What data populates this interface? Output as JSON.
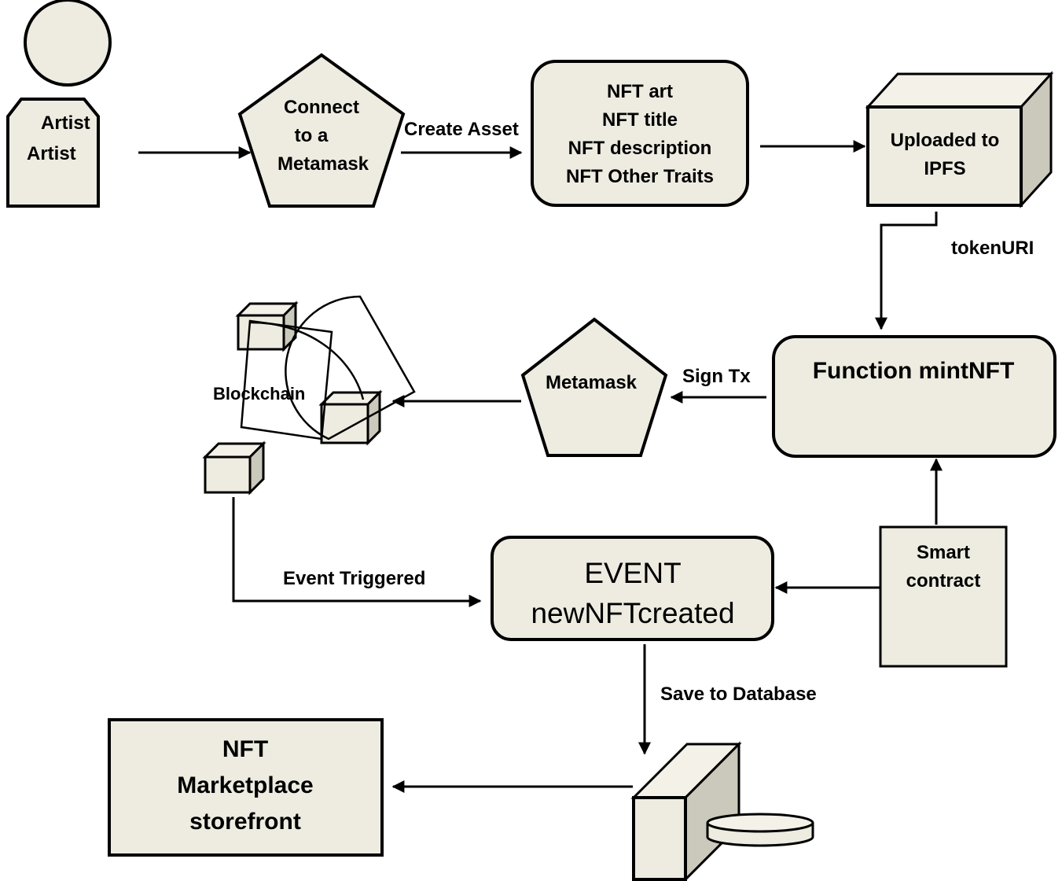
{
  "nodes": {
    "artist": {
      "line1": "Artist",
      "line2": "Artist"
    },
    "connect_metamask": {
      "line1": "Connect",
      "line2": "to a",
      "line3": "Metamask"
    },
    "nft_asset": {
      "line1": "NFT art",
      "line2": "NFT title",
      "line3": "NFT description",
      "line4": "NFT Other Traits"
    },
    "ipfs": {
      "line1": "Uploaded to",
      "line2": "IPFS"
    },
    "mint_function": {
      "label": "Function mintNFT"
    },
    "metamask": {
      "label": "Metamask"
    },
    "blockchain": {
      "label": "Blockchain"
    },
    "event": {
      "line1": "EVENT",
      "line2": "newNFTcreated"
    },
    "smart_contract": {
      "line1": "Smart",
      "line2": "contract"
    },
    "marketplace": {
      "line1": "NFT",
      "line2": "Marketplace",
      "line3": "storefront"
    }
  },
  "edges": {
    "create_asset": "Create Asset",
    "token_uri": "tokenURI",
    "sign_tx": "Sign Tx",
    "event_triggered": "Event Triggered",
    "save_to_database": "Save to Database"
  },
  "colors": {
    "fill": "#eeece1",
    "side": "#cbc8bc",
    "stroke": "#000000"
  }
}
